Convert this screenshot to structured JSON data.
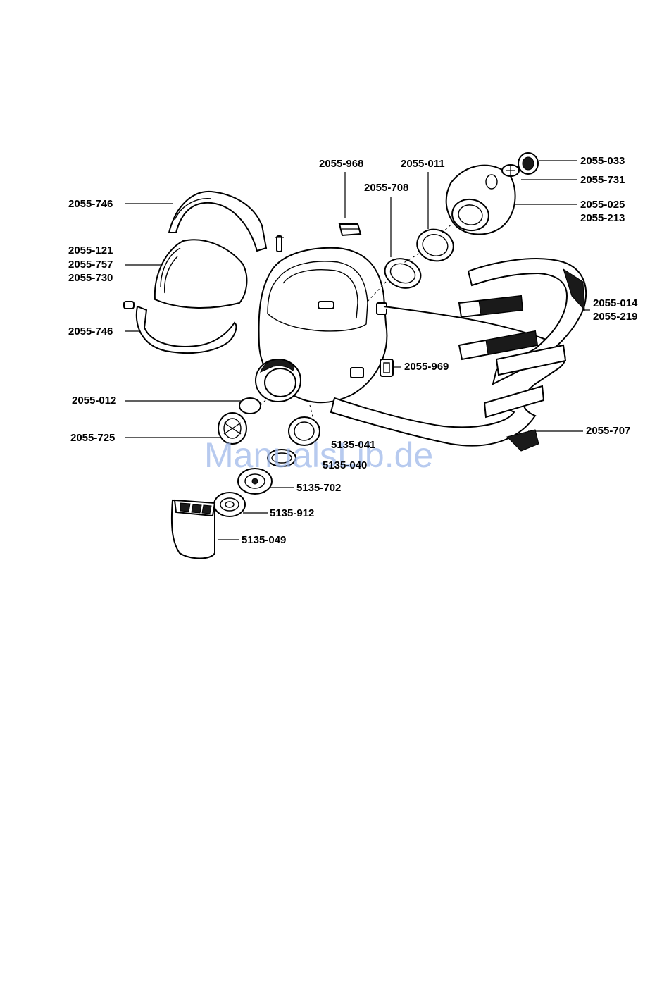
{
  "labels": {
    "p2055_968": "2055-968",
    "p2055_011": "2055-011",
    "p2055_708": "2055-708",
    "p2055_033": "2055-033",
    "p2055_731": "2055-731",
    "p2055_025": "2055-025",
    "p2055_213": "2055-213",
    "p2055_746a": "2055-746",
    "p2055_121": "2055-121",
    "p2055_757": "2055-757",
    "p2055_730": "2055-730",
    "p2055_746b": "2055-746",
    "p2055_014": "2055-014",
    "p2055_219": "2055-219",
    "p2055_969": "2055-969",
    "p2055_012": "2055-012",
    "p2055_725": "2055-725",
    "p2055_707": "2055-707",
    "p5135_041": "5135-041",
    "p5135_040": "5135-040",
    "p5135_702": "5135-702",
    "p5135_912": "5135-912",
    "p5135_049": "5135-049"
  },
  "watermark": "ManualsLib.de"
}
